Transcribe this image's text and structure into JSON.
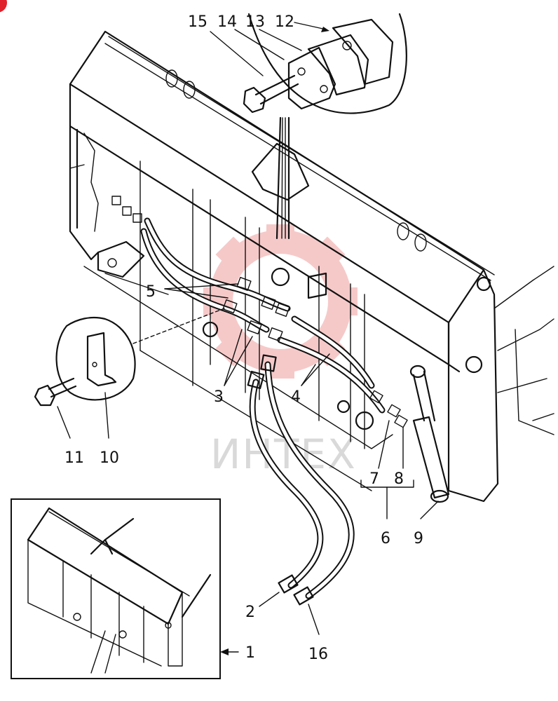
{
  "diagram": {
    "watermark_text": "ИНТЕХ",
    "callouts": [
      {
        "id": "1",
        "label": "1"
      },
      {
        "id": "2",
        "label": "2"
      },
      {
        "id": "3",
        "label": "3"
      },
      {
        "id": "4",
        "label": "4"
      },
      {
        "id": "5",
        "label": "5"
      },
      {
        "id": "6",
        "label": "6"
      },
      {
        "id": "7",
        "label": "7"
      },
      {
        "id": "8",
        "label": "8"
      },
      {
        "id": "9",
        "label": "9"
      },
      {
        "id": "10",
        "label": "10"
      },
      {
        "id": "11",
        "label": "11"
      },
      {
        "id": "12",
        "label": "12"
      },
      {
        "id": "13",
        "label": "13"
      },
      {
        "id": "14",
        "label": "14"
      },
      {
        "id": "15",
        "label": "15"
      },
      {
        "id": "16",
        "label": "16"
      }
    ],
    "colors": {
      "line": "#111111",
      "watermark": "#e8a0a0",
      "corner_badge": "#e0202a"
    }
  }
}
